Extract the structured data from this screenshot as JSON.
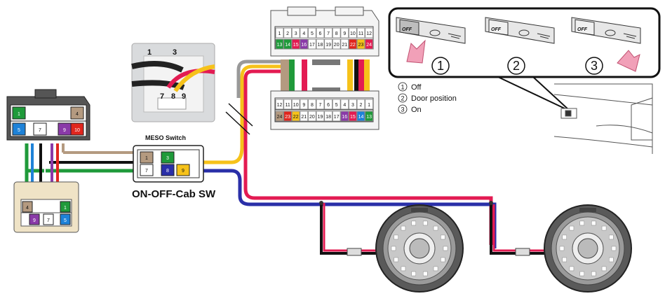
{
  "switch_photo": {
    "pin_labels": [
      "1",
      "3",
      "7",
      "8",
      "9"
    ]
  },
  "meso_switch": {
    "title": "MESO Switch",
    "caption": "ON-OFF-Cab SW",
    "pins": [
      {
        "n": "1",
        "color": "#b49a80"
      },
      {
        "n": "3",
        "color": "#1f9a3a"
      },
      {
        "n": "7",
        "color": "#ffffff"
      },
      {
        "n": "8",
        "color": "#2a2fa8"
      },
      {
        "n": "9",
        "color": "#f6c21a"
      }
    ]
  },
  "left_connector_top": {
    "pins": [
      {
        "n": "1",
        "color": "#1f9a3a"
      },
      {
        "n": "4",
        "color": "#b49a80"
      },
      {
        "n": "5",
        "color": "#1e82d8"
      },
      {
        "n": "7",
        "color": "#ffffff"
      },
      {
        "n": "9",
        "color": "#8a3aa8"
      },
      {
        "n": "10",
        "color": "#e0261e"
      }
    ]
  },
  "left_connector_bottom": {
    "pins": [
      {
        "n": "4",
        "color": "#b49a80"
      },
      {
        "n": "9",
        "color": "#8a3aa8"
      },
      {
        "n": "7",
        "color": "#ffffff"
      },
      {
        "n": "1",
        "color": "#1f9a3a"
      },
      {
        "n": "5",
        "color": "#1e82d8"
      }
    ]
  },
  "main_connector": {
    "top_row": [
      "1",
      "2",
      "3",
      "4",
      "5",
      "6",
      "7",
      "8",
      "9",
      "10",
      "11",
      "12"
    ],
    "top_row2": [
      "13",
      "14",
      "15",
      "16",
      "17",
      "18",
      "19",
      "20",
      "21",
      "22",
      "23",
      "24"
    ],
    "bottom_row": [
      "12",
      "11",
      "10",
      "9",
      "8",
      "7",
      "6",
      "5",
      "4",
      "3",
      "2",
      "1"
    ],
    "bottom_row2": [
      "24",
      "23",
      "22",
      "21",
      "20",
      "19",
      "18",
      "17",
      "16",
      "15",
      "14",
      "13"
    ]
  },
  "inset": {
    "switch_label": "OFF",
    "positions": [
      "1",
      "2",
      "3"
    ],
    "legend": [
      {
        "num": "1",
        "text": "Off"
      },
      {
        "num": "2",
        "text": "Door position"
      },
      {
        "num": "3",
        "text": "On"
      }
    ]
  }
}
